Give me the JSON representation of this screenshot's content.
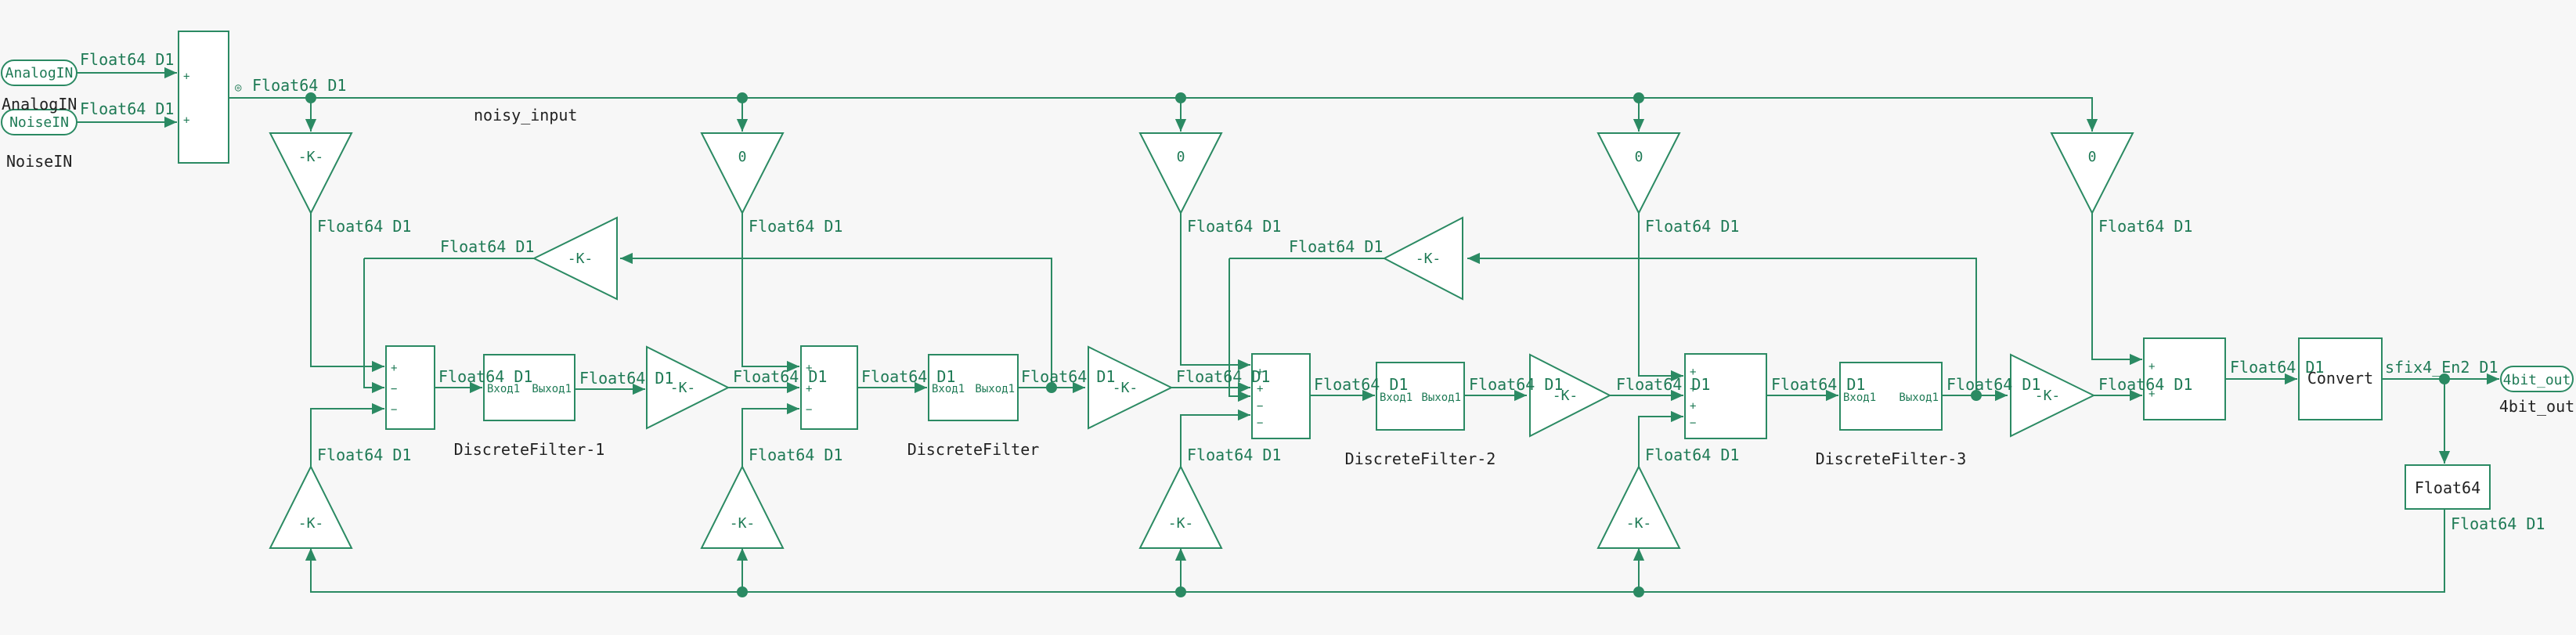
{
  "signal_type": "Float64 D1",
  "out_type": "sfix4_En2 D1",
  "inputs": [
    {
      "port": "AnalogIN",
      "label": "AnalogIN"
    },
    {
      "port": "NoiseIN",
      "label": "NoiseIN"
    }
  ],
  "output": {
    "port": "4bit_out",
    "label": "4bit_out"
  },
  "net_label": "noisy_input",
  "gain_k": "-K-",
  "gain_zero": "0",
  "filters": [
    "DiscreteFilter-1",
    "DiscreteFilter",
    "DiscreteFilter-2",
    "DiscreteFilter-3"
  ],
  "filter_in": "Вход1",
  "filter_out": "Выход1",
  "convert_label": "Convert",
  "float_block": "Float64",
  "sign_plus": "+",
  "sign_minus": "−",
  "colors": {
    "line": "#2b8a63",
    "text": "#1e7a55",
    "bg": "#f7f7f7",
    "block_fill": "#ffffff"
  }
}
